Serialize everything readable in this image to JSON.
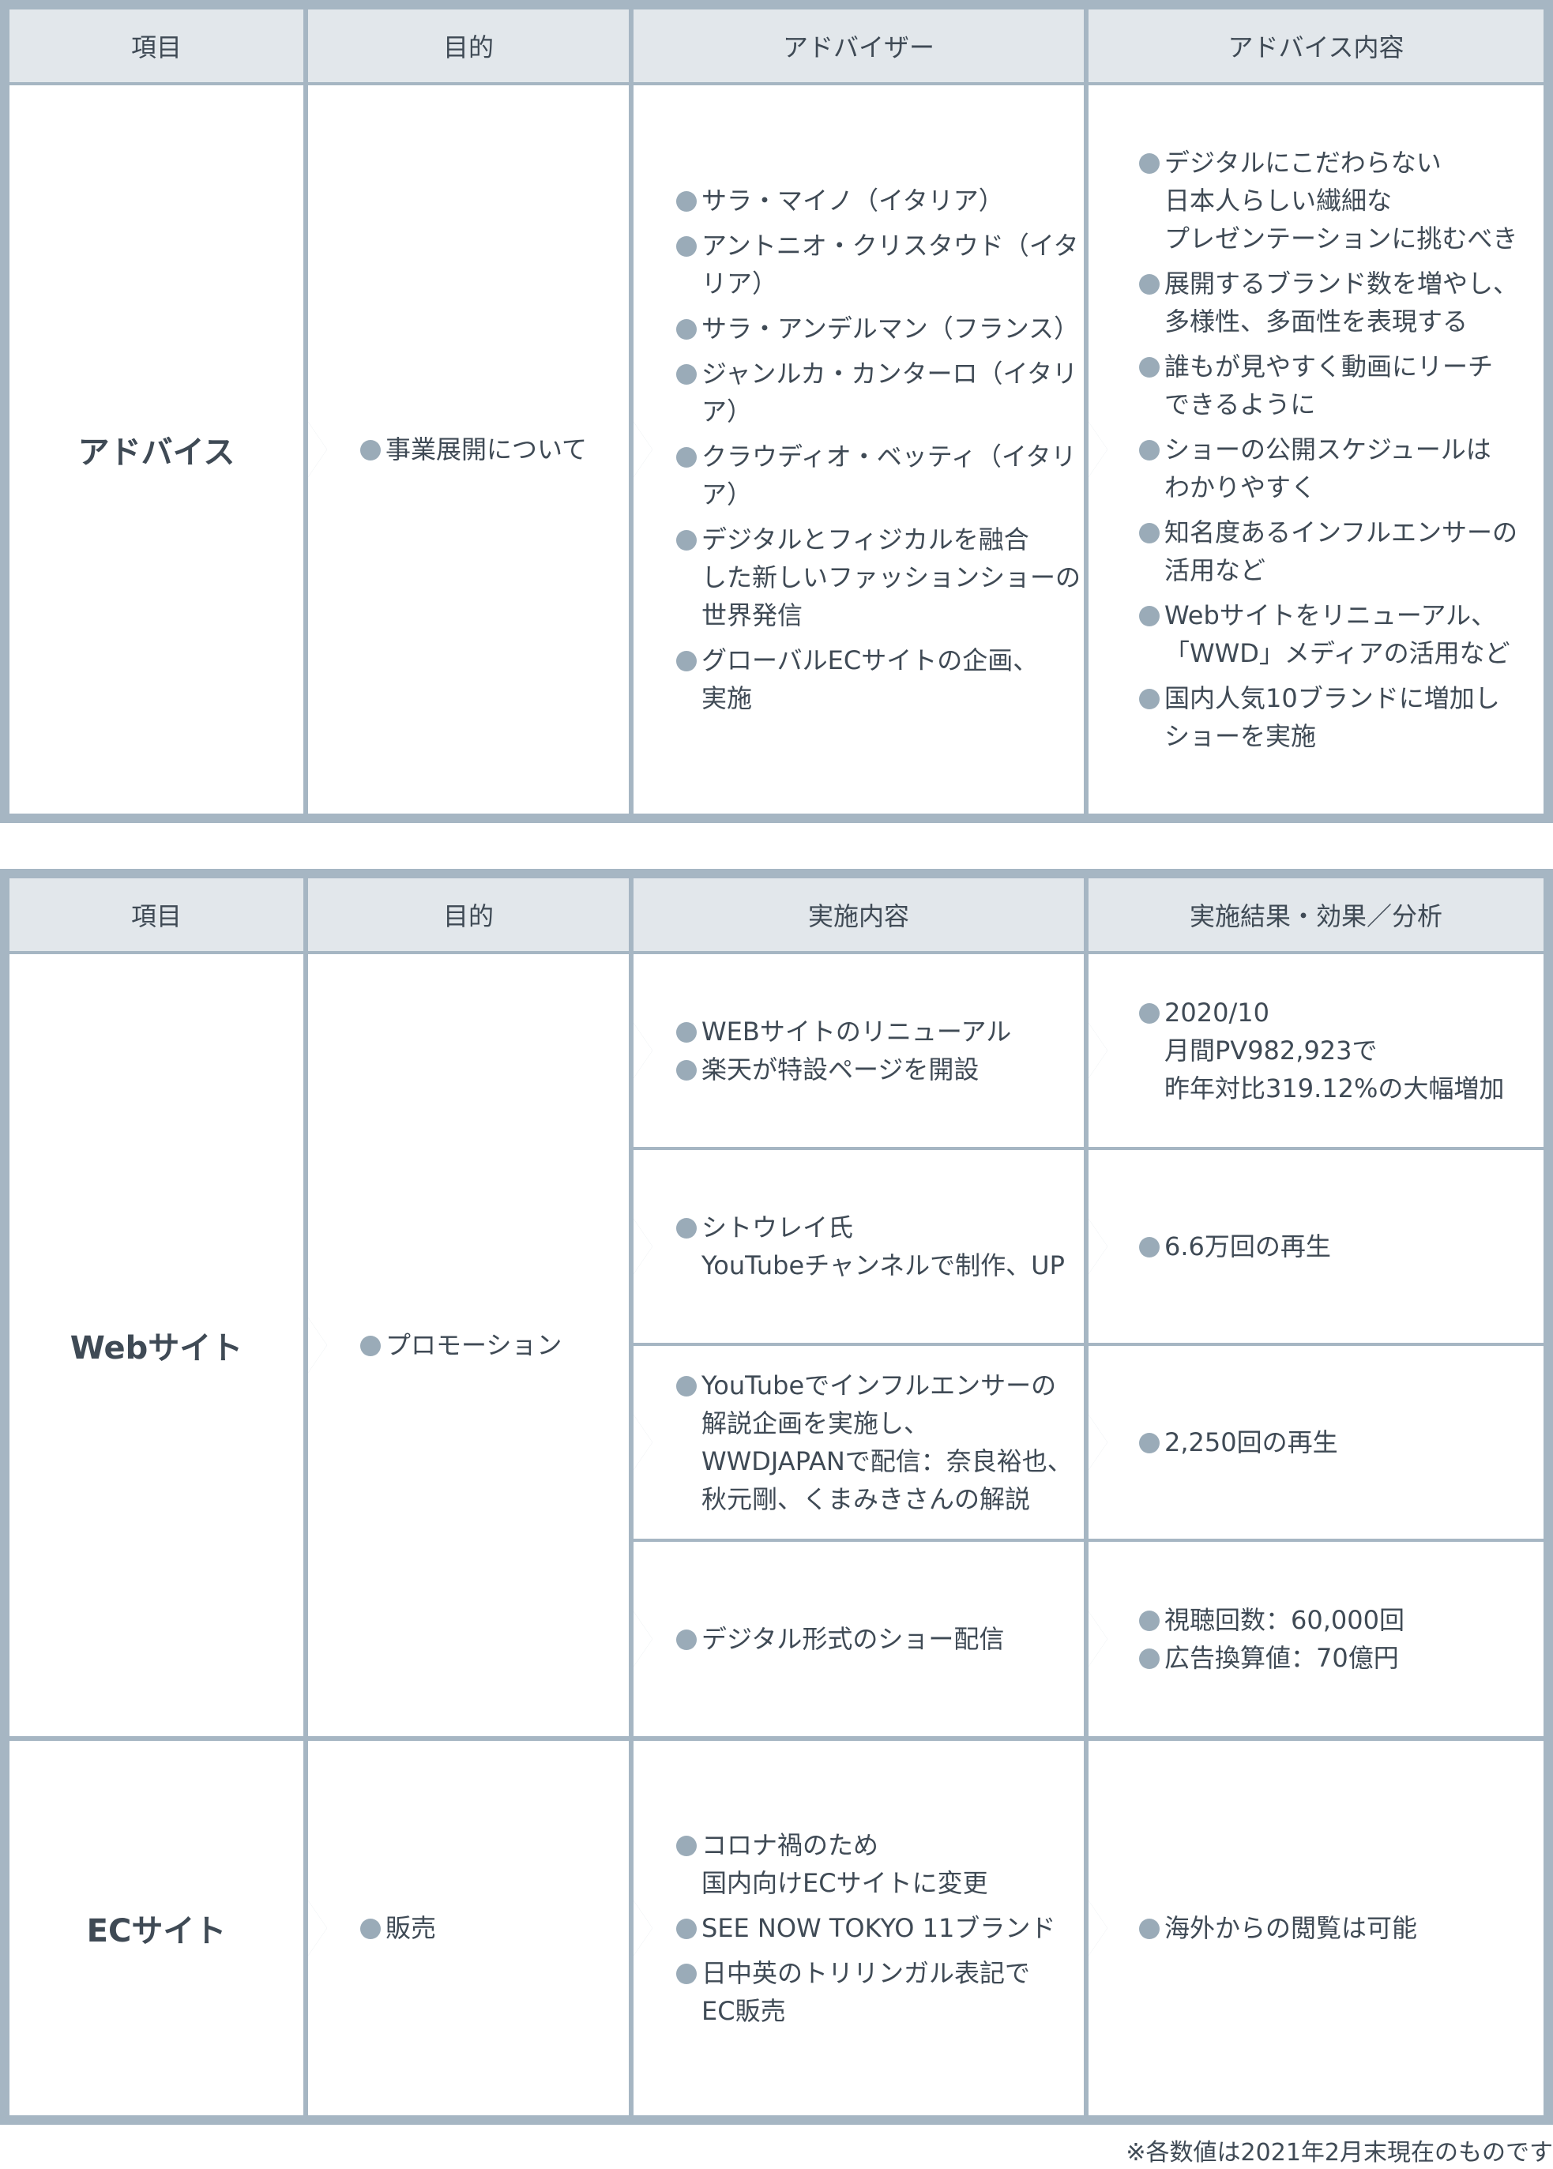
{
  "advice_table": {
    "headers": [
      "項目",
      "目的",
      "アドバイザー",
      "アドバイス内容"
    ],
    "item": "アドバイス",
    "purpose": [
      "事業展開について"
    ],
    "advisors": [
      "サラ・マイノ（イタリア）",
      "アントニオ・クリスタウド（イタリア）",
      "サラ・アンデルマン（フランス）",
      "ジャンルカ・カンターロ（イタリア）",
      "クラウディオ・ベッティ（イタリア）",
      "デジタルとフィジカルを融合\nした新しいファッションショーの\n世界発信",
      "グローバルECサイトの企画、\n実施"
    ],
    "advice": [
      "デジタルにこだわらない\n日本人らしい繊細な\nプレゼンテーションに挑むべき",
      "展開するブランド数を増やし、\n多様性、多面性を表現する",
      "誰もが見やすく動画にリーチ\nできるように",
      "ショーの公開スケジュールは\nわかりやすく",
      "知名度あるインフルエンサーの\n活用など",
      "Webサイトをリニューアル、\n「WWD」メディアの活用など",
      "国内人気10ブランドに増加し\nショーを実施"
    ]
  },
  "results_table": {
    "headers": [
      "項目",
      "目的",
      "実施内容",
      "実施結果・効果／分析"
    ],
    "web": {
      "item": "Webサイト",
      "purpose": [
        "プロモーション"
      ],
      "rows": [
        {
          "actions": [
            "WEBサイトのリニューアル",
            "楽天が特設ページを開設"
          ],
          "results": [
            "2020/10\n月間PV982,923で\n昨年対比319.12%の大幅増加"
          ]
        },
        {
          "actions": [
            "シトウレイ氏\nYouTubeチャンネルで制作、UP"
          ],
          "results": [
            "6.6万回の再生"
          ]
        },
        {
          "actions": [
            "YouTubeでインフルエンサーの\n解説企画を実施し、\nWWDJAPANで配信：奈良裕也、\n秋元剛、くまみきさんの解説"
          ],
          "results": [
            "2,250回の再生"
          ]
        },
        {
          "actions": [
            "デジタル形式のショー配信"
          ],
          "results": [
            "視聴回数：60,000回",
            "広告換算値：70億円"
          ]
        }
      ]
    },
    "ec": {
      "item": "ECサイト",
      "purpose": [
        "販売"
      ],
      "actions": [
        "コロナ禍のため\n国内向けECサイトに変更",
        "SEE NOW TOKYO 11ブランド",
        "日中英のトリリンガル表記で\nEC販売"
      ],
      "results": [
        "海外からの閲覧は可能"
      ]
    }
  },
  "note": "※各数値は2021年2月末現在のものです"
}
